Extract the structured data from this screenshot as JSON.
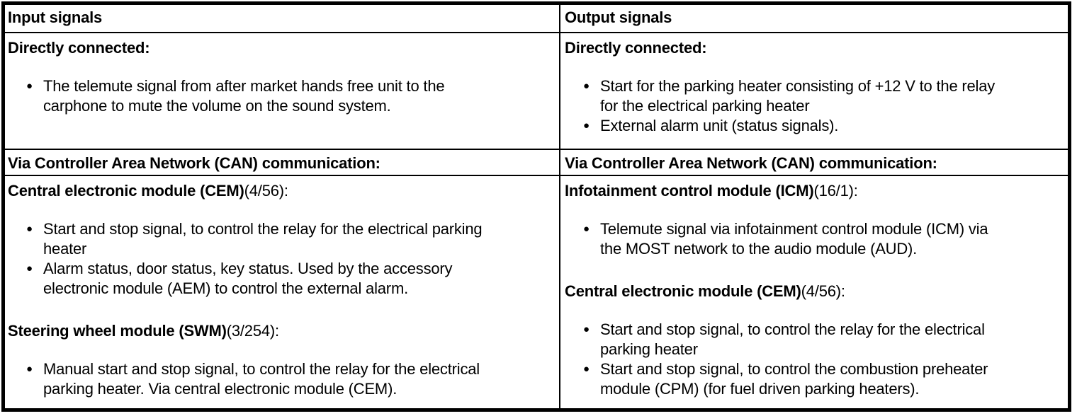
{
  "ui": {
    "bullet_glyph": "●"
  },
  "table": {
    "input": {
      "header": "Input signals",
      "directly_connected": {
        "title": "Directly connected:",
        "bullets": [
          "The telemute signal from after market hands free unit to the\ncarphone to mute the volume on the sound system."
        ]
      },
      "can_row": "Via Controller Area Network (CAN) communication:",
      "modules": [
        {
          "name": "Central electronic module (CEM)",
          "ref": "(4/56):",
          "bullets": [
            "Start and stop signal, to control the relay for the electrical parking\nheater",
            "Alarm status, door status, key status. Used by the accessory\nelectronic module (AEM) to control the external alarm."
          ]
        },
        {
          "name": "Steering wheel module (SWM)",
          "ref": "(3/254):",
          "bullets": [
            "Manual start and stop signal, to control the relay for the electrical\nparking heater. Via central electronic module (CEM)."
          ]
        }
      ]
    },
    "output": {
      "header": "Output signals",
      "directly_connected": {
        "title": "Directly connected:",
        "bullets": [
          "Start for the parking heater consisting of +12 V to the relay\nfor the electrical parking heater",
          "External alarm unit (status signals)."
        ]
      },
      "can_row": "Via Controller Area Network (CAN) communication:",
      "modules": [
        {
          "name": "Infotainment control module (ICM)",
          "ref": "(16/1):",
          "bullets": [
            "Telemute signal via infotainment control module (ICM) via\nthe MOST network to the audio module (AUD)."
          ]
        },
        {
          "name": "Central electronic module (CEM)",
          "ref": "(4/56):",
          "bullets": [
            "Start and stop signal, to control the relay for the electrical\nparking heater",
            "Start and stop signal, to control the combustion preheater\nmodule (CPM) (for fuel driven parking heaters)."
          ]
        }
      ]
    }
  }
}
